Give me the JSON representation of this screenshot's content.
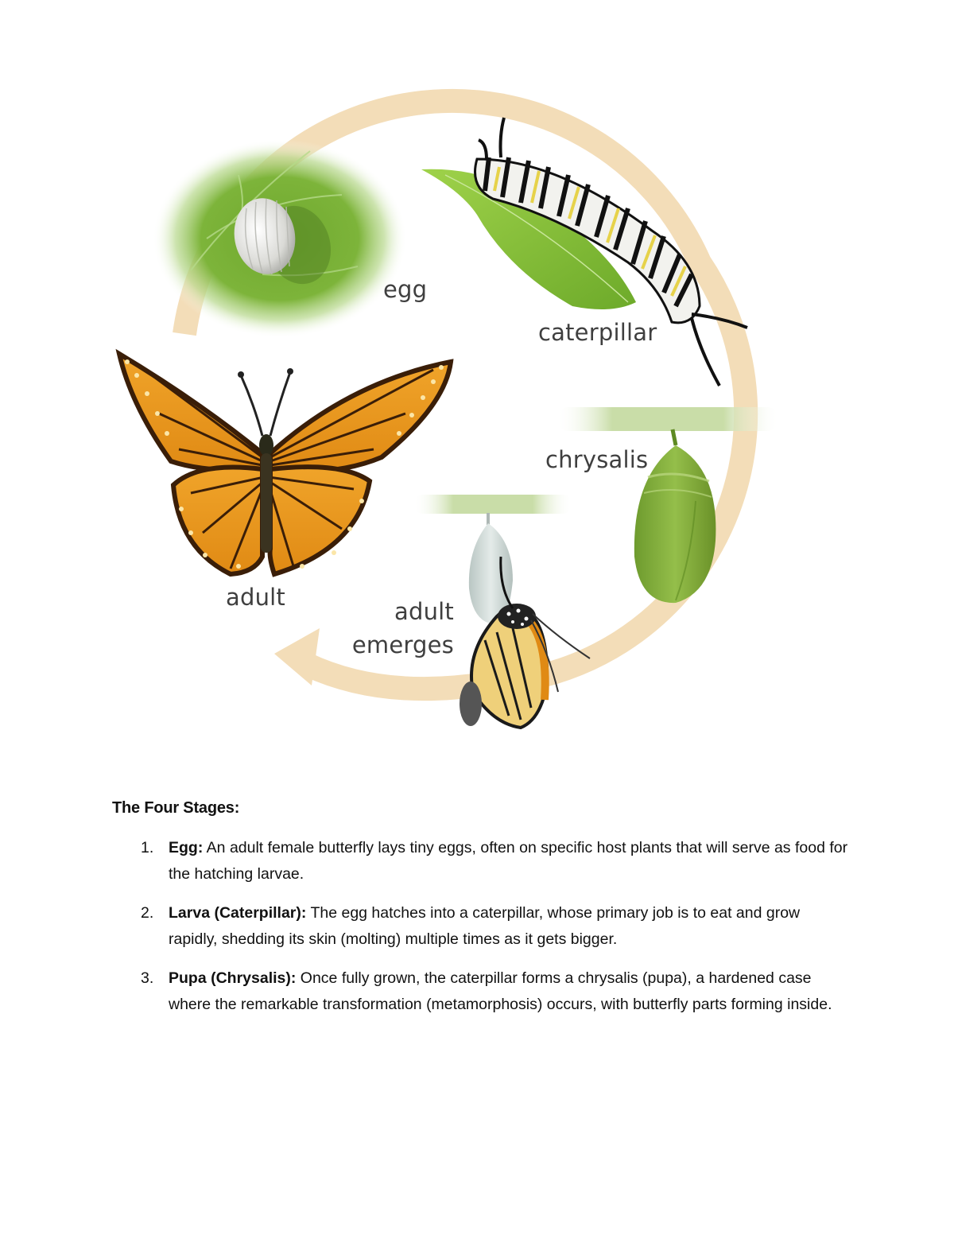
{
  "figure": {
    "title": "Butterfly life cycle diagram",
    "ring_color": "#F3DDB8",
    "labels": {
      "egg": "egg",
      "caterpillar": "caterpillar",
      "chrysalis": "chrysalis",
      "adult_emerges_line1": "adult",
      "adult_emerges_line2": "emerges",
      "adult": "adult"
    },
    "illustrations": [
      {
        "name": "egg-on-leaf",
        "colors": {
          "leaf": "#7DB43A",
          "egg": "#E8E8E4"
        }
      },
      {
        "name": "caterpillar-on-leaf",
        "colors": {
          "leaf": "#8CC63F",
          "stripes": [
            "#111111",
            "#F4F4F2",
            "#E6D24A"
          ]
        }
      },
      {
        "name": "green-chrysalis",
        "colors": {
          "body": "#7FA83A"
        }
      },
      {
        "name": "adult-emerging",
        "colors": {
          "shell": "#CFD8D6",
          "wings": "#E9C36A"
        }
      },
      {
        "name": "adult-monarch",
        "colors": {
          "wing": "#E89A1E",
          "veins": "#3A1E08"
        }
      }
    ]
  },
  "text": {
    "heading": "The Four Stages:",
    "items": [
      {
        "number": "1.",
        "term": "Egg:",
        "description": " An adult female butterfly lays tiny eggs, often on specific host plants that will serve as food for the hatching larvae."
      },
      {
        "number": "2.",
        "term": "Larva (Caterpillar):",
        "description": " The egg hatches into a caterpillar, whose primary job is to eat and grow rapidly, shedding its skin (molting) multiple times as it gets bigger."
      },
      {
        "number": "3.",
        "term": "Pupa (Chrysalis):",
        "description": " Once fully grown, the caterpillar forms a chrysalis (pupa), a hardened case where the remarkable transformation (metamorphosis) occurs, with butterfly parts forming inside."
      }
    ]
  }
}
